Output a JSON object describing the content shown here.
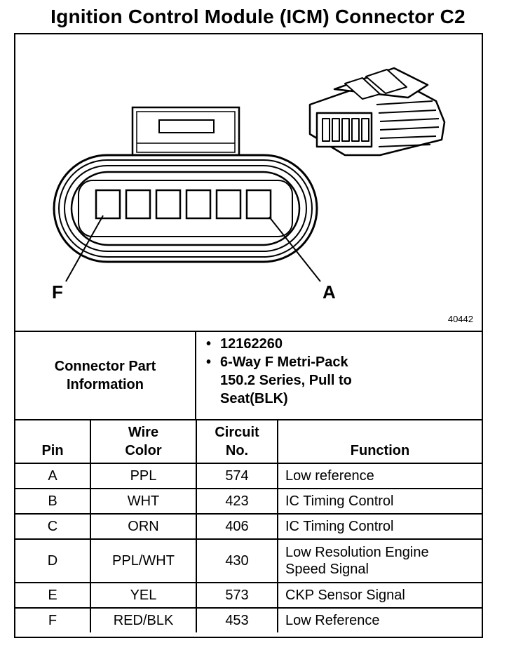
{
  "title": "Ignition Control Module (ICM) Connector C2",
  "figure": {
    "number": "40442",
    "label_left": "F",
    "label_right": "A"
  },
  "connector_info": {
    "heading_line1": "Connector Part",
    "heading_line2": "Information",
    "part_number": "12162260",
    "description_lines": [
      "6-Way F Metri-Pack",
      "150.2 Series, Pull to",
      "Seat(BLK)"
    ]
  },
  "table": {
    "headers": {
      "pin": "Pin",
      "wire_color_1": "Wire",
      "wire_color_2": "Color",
      "circuit_1": "Circuit",
      "circuit_2": "No.",
      "function": "Function"
    },
    "rows": [
      {
        "pin": "A",
        "color": "PPL",
        "circuit": "574",
        "function_1": "Low reference",
        "function_2": ""
      },
      {
        "pin": "B",
        "color": "WHT",
        "circuit": "423",
        "function_1": "IC Timing Control",
        "function_2": ""
      },
      {
        "pin": "C",
        "color": "ORN",
        "circuit": "406",
        "function_1": "IC Timing Control",
        "function_2": ""
      },
      {
        "pin": "D",
        "color": "PPL/WHT",
        "circuit": "430",
        "function_1": "Low Resolution Engine",
        "function_2": "Speed Signal"
      },
      {
        "pin": "E",
        "color": "YEL",
        "circuit": "573",
        "function_1": "CKP Sensor Signal",
        "function_2": ""
      },
      {
        "pin": "F",
        "color": "RED/BLK",
        "circuit": "453",
        "function_1": "Low Reference",
        "function_2": ""
      }
    ]
  }
}
